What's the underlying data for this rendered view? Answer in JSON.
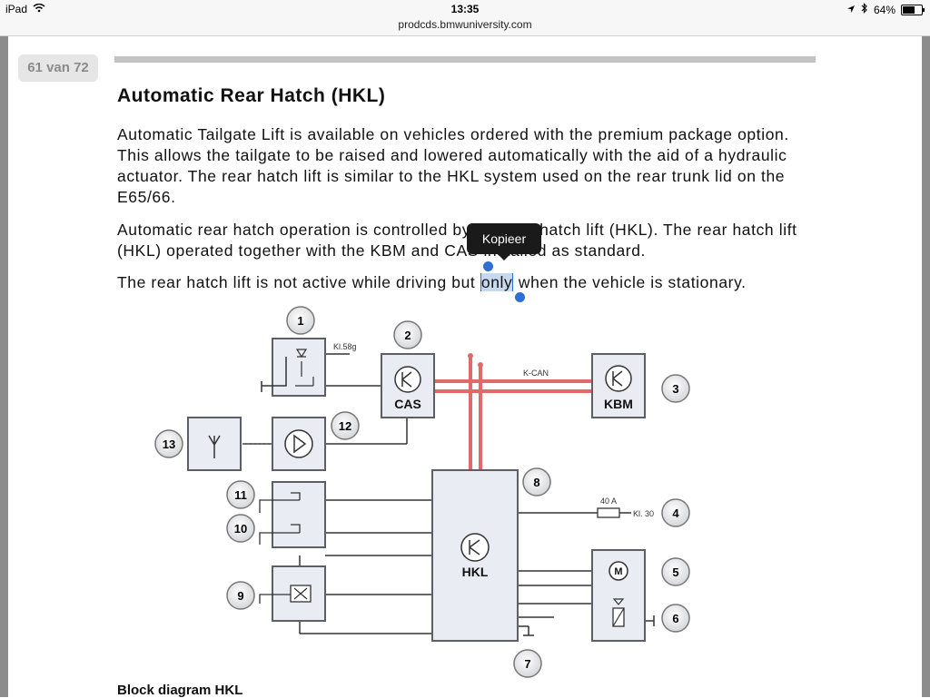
{
  "status": {
    "device": "iPad",
    "time": "13:35",
    "battery": "64%",
    "battery_level": 0.64
  },
  "browser": {
    "url": "prodcds.bmwuniversity.com"
  },
  "page_indicator": "61 van 72",
  "heading": "Automatic Rear Hatch (HKL)",
  "paragraphs": {
    "p1": "Automatic Tailgate Lift is available on vehicles ordered with the premium package option. This allows the tailgate to be raised and lowered automatically with the aid of a hydraulic actuator. The rear hatch lift is similar to the HKL system used on the rear trunk lid on the E65/66.",
    "p2_line1": "Automatic rear hatch operation is controlled by the rear hatch lift (HKL). The rear hatch lift",
    "p2_line2": "(HKL) operated together with the KBM and CAS installed as standard.",
    "p3_before": "The rear hatch lift is not active while driving but ",
    "p3_selected": "only",
    "p3_after": " when the vehicle is stationary."
  },
  "tooltip": "Kopieer",
  "diagram": {
    "labels": {
      "cas": "CAS",
      "kbm": "KBM",
      "hkl": "HKL",
      "kcan": "K-CAN",
      "kl58g": "Kl.58g",
      "fuse": "40 A",
      "kl30": "Kl. 30"
    },
    "markers": [
      "1",
      "2",
      "3",
      "4",
      "5",
      "6",
      "7",
      "8",
      "9",
      "10",
      "11",
      "12",
      "13"
    ]
  },
  "caption": "Block diagram HKL",
  "colors": {
    "can_bus": "#e06a6a",
    "box_fill": "#e9ecf3",
    "box_stroke": "#5c5f66"
  }
}
